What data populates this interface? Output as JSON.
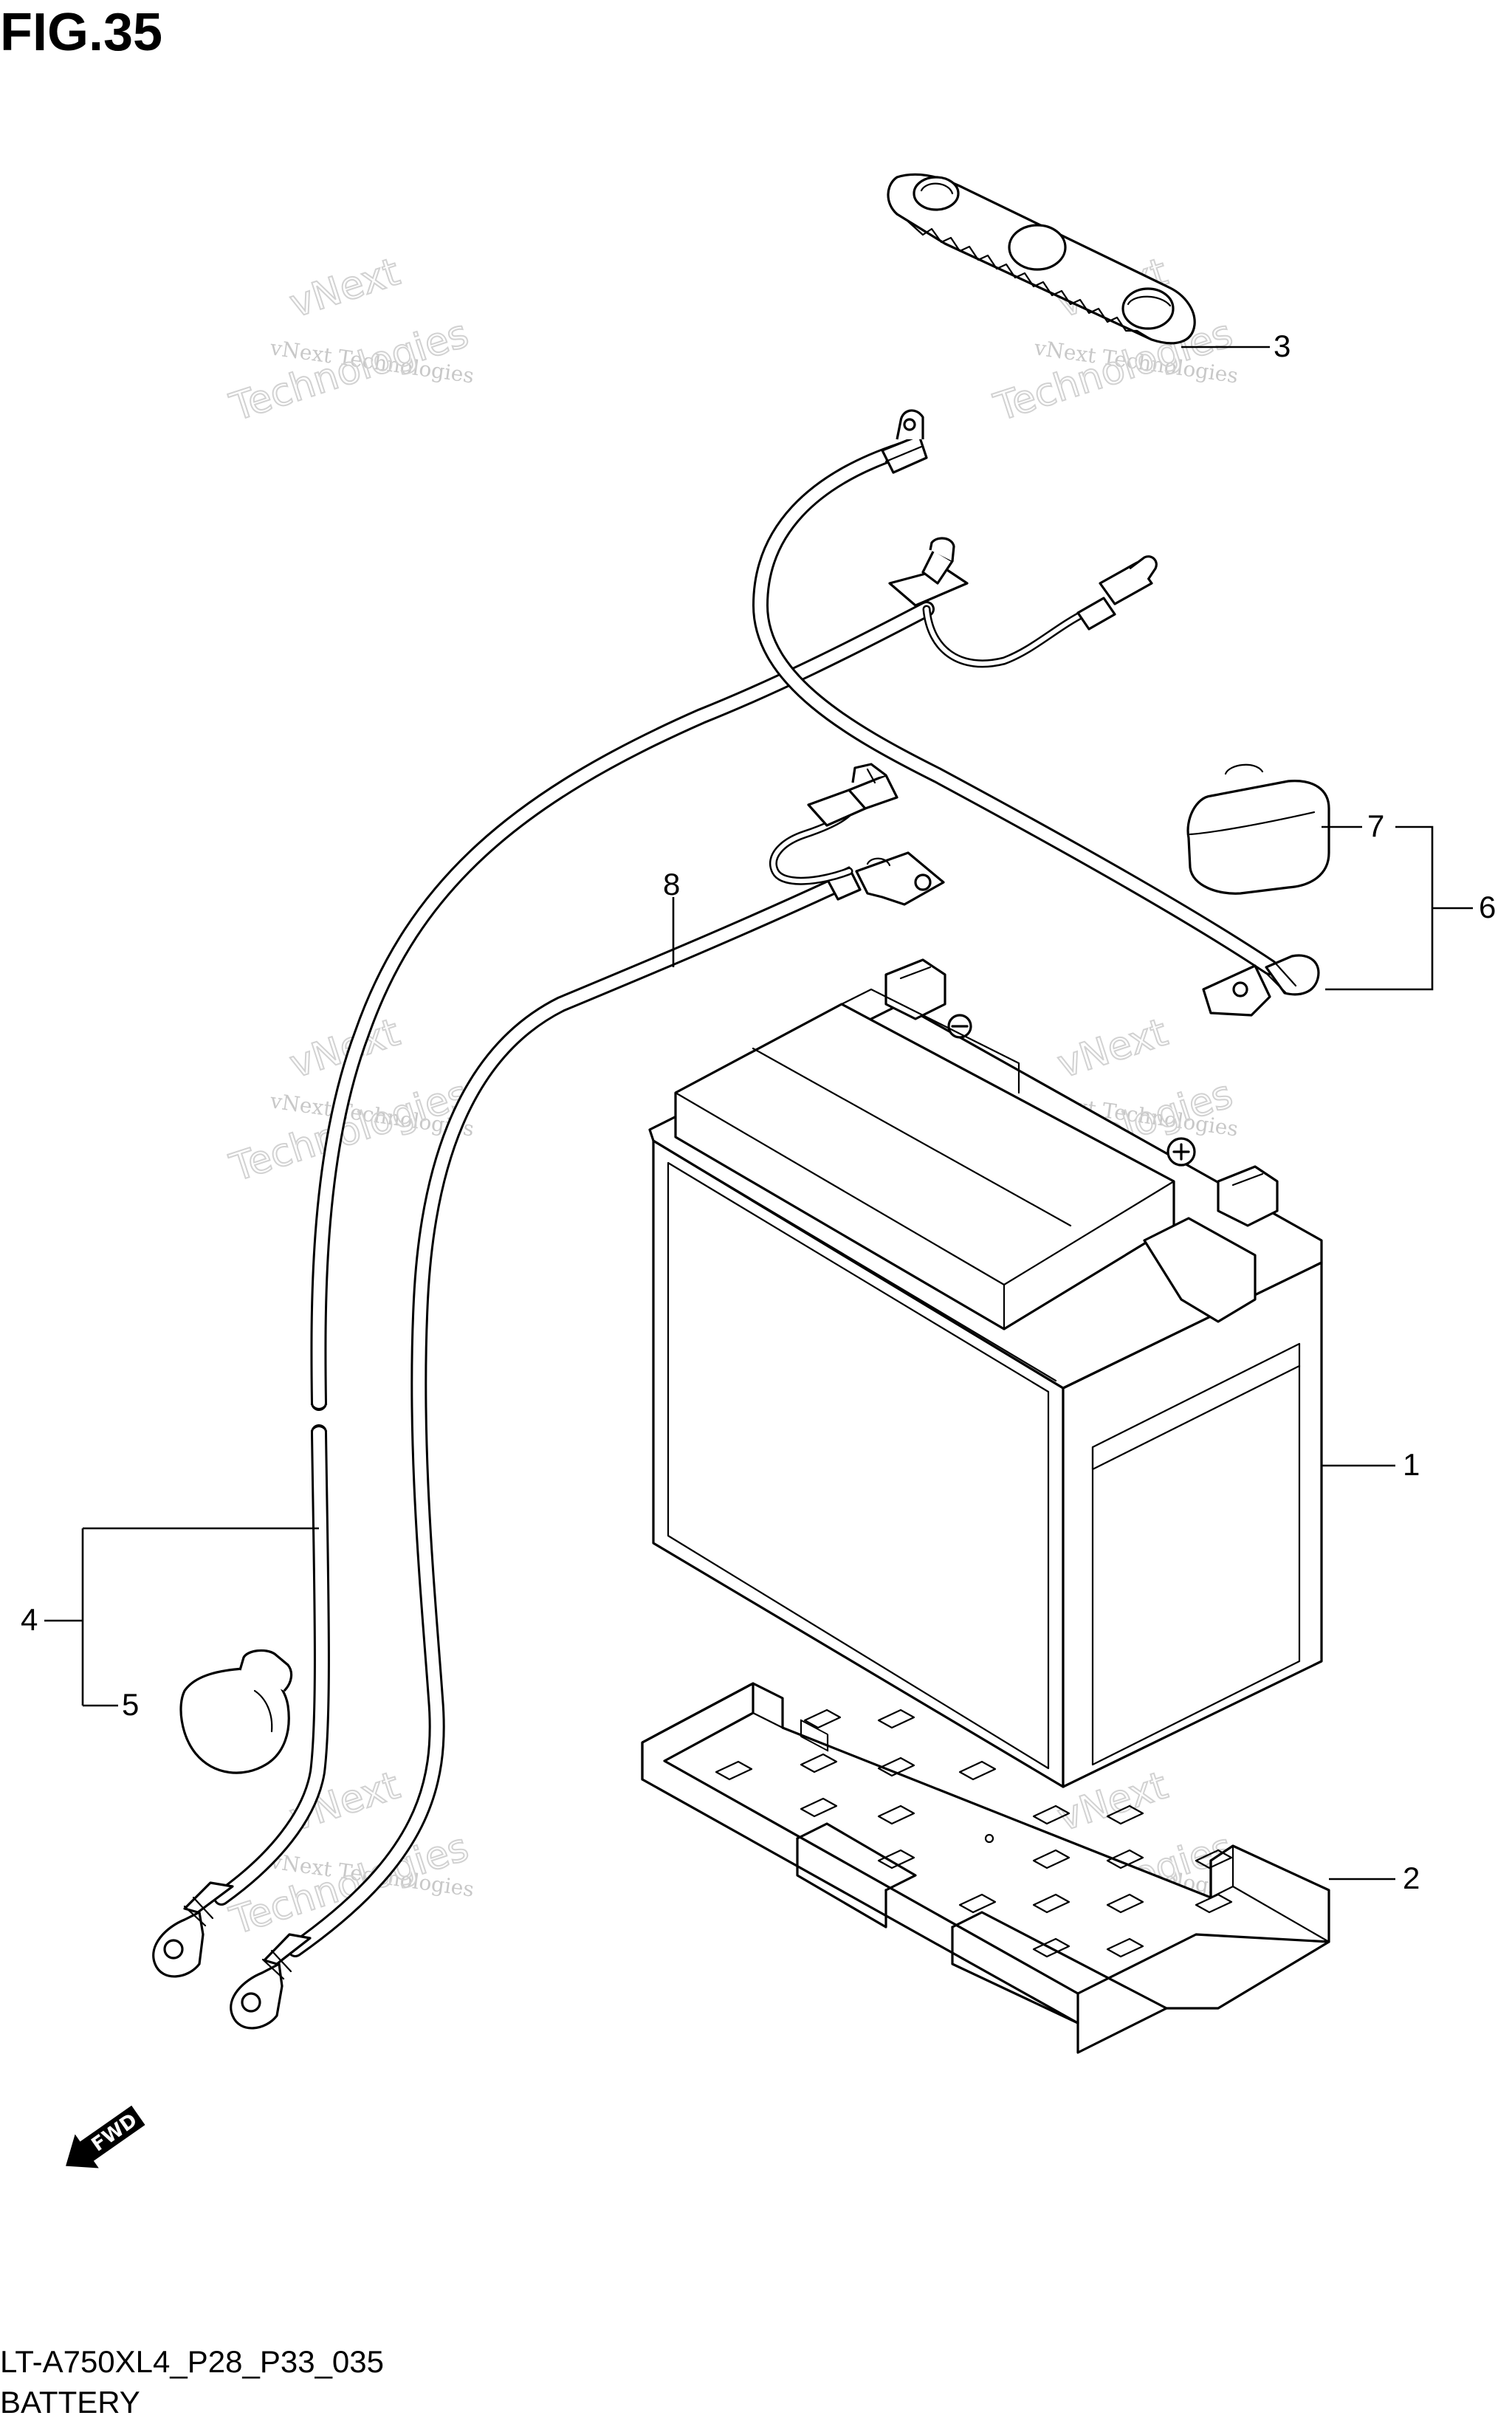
{
  "title": "FIG.35",
  "footer": {
    "code": "LT-A750XL4_P28_P33_035",
    "name": "BATTERY"
  },
  "fwd_label": "FWD",
  "callouts": [
    "1",
    "2",
    "3",
    "4",
    "5",
    "6",
    "7",
    "8"
  ],
  "watermark": {
    "line1": "vNext Technologies",
    "line2": "vNext",
    "line3": "Technologies"
  }
}
